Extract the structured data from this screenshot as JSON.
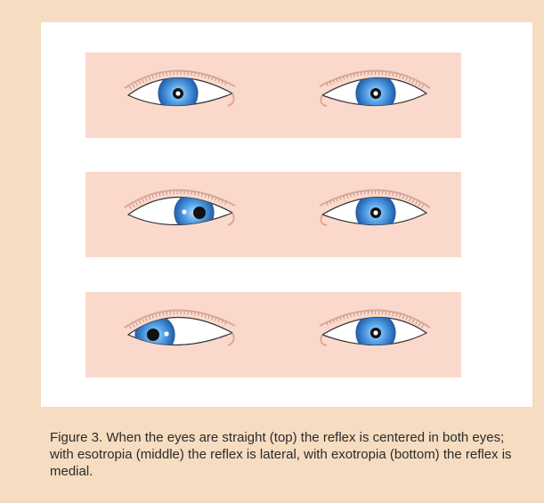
{
  "figure": {
    "caption": "Figure 3. When the eyes are straight (top) the reflex is centered in both eyes; with esotropia (middle) the reflex is lateral, with exotropia (bottom) the reflex is medial."
  },
  "colors": {
    "page_background": "#f6dcc0",
    "panel_background": "#ffffff",
    "row_background": "#fad9cc",
    "iris_blue": "#3f8fd8",
    "pupil": "#111111"
  },
  "rows": [
    {
      "id": "straight",
      "right_eye_gaze": "center",
      "left_eye_gaze": "center",
      "right_reflex": "center",
      "left_reflex": "center"
    },
    {
      "id": "esotropia",
      "right_eye_gaze": "inward",
      "left_eye_gaze": "center",
      "right_reflex": "lateral",
      "left_reflex": "center"
    },
    {
      "id": "exotropia",
      "right_eye_gaze": "outward",
      "left_eye_gaze": "center",
      "right_reflex": "medial",
      "left_reflex": "center"
    }
  ]
}
